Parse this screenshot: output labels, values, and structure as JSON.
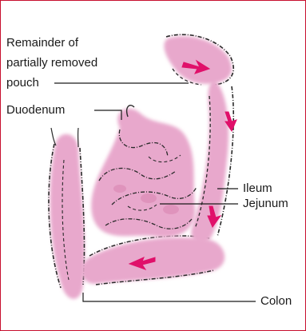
{
  "labels": {
    "remainder": [
      "Remainder of",
      "partially removed",
      "pouch"
    ],
    "duodenum": "Duodenum",
    "ileum": "Ileum",
    "jejunum": "Jejunum",
    "colon": "Colon"
  },
  "colors": {
    "border": "#c8102e",
    "intestine_fill": "#e8a8cc",
    "intestine_shade": "#d47aa8",
    "outline": "#2a2a2a",
    "arrow": "#e0106a",
    "leader_line": "#1a1a1a"
  },
  "icons": [
    "flow-arrow-icon"
  ]
}
